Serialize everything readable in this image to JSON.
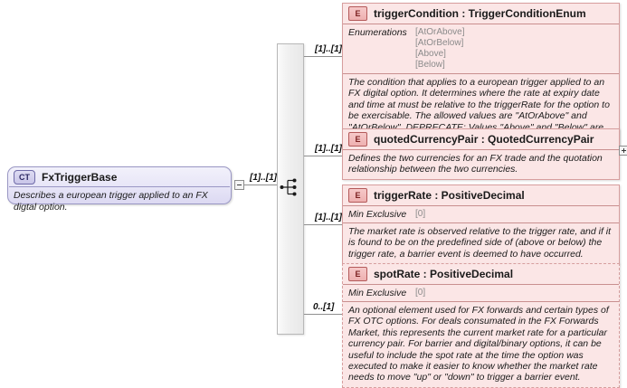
{
  "complex_type": {
    "badge": "CT",
    "name": "FxTriggerBase",
    "documentation": "Describes a european trigger applied to an FX digtal option."
  },
  "compositor": {
    "kind": "sequence-icon"
  },
  "connectors": [
    {
      "target": "triggerCondition",
      "cardinality": "[1]..[1]"
    },
    {
      "target": "quotedCurrencyPair",
      "cardinality": "[1]..[1]"
    },
    {
      "target": "triggerRate",
      "cardinality": "[1]..[1]"
    },
    {
      "target": "spotRate",
      "cardinality": "0..[1]"
    }
  ],
  "root_connector": {
    "cardinality": "[1]..[1]"
  },
  "toggles": {
    "collapse": "−",
    "expand": "+"
  },
  "elements": [
    {
      "badge": "E",
      "name": "triggerCondition",
      "type": "TriggerConditionEnum",
      "title": "triggerCondition : TriggerConditionEnum",
      "facet_label": "Enumerations",
      "facet_values": [
        "[AtOrAbove]",
        "[AtOrBelow]",
        "[Above]",
        "[Below]"
      ],
      "documentation": "The condition that applies to a european trigger applied to an FX digital option. It determines where the rate at expiry date and time at must be relative to the triggerRate for the option to be exercisable. The allowed values are \"AtOrAbove\" and \"AtOrBelow\". DEPRECATE: Values \"Above\" and \"Below\" are deprecated.",
      "optional": false,
      "has_expand": false
    },
    {
      "badge": "E",
      "name": "quotedCurrencyPair",
      "type": "QuotedCurrencyPair",
      "title": "quotedCurrencyPair : QuotedCurrencyPair",
      "facet_label": "",
      "facet_values": [],
      "documentation": "Defines the two currencies for an FX trade and the quotation relationship between the two currencies.",
      "optional": false,
      "has_expand": true
    },
    {
      "badge": "E",
      "name": "triggerRate",
      "type": "PositiveDecimal",
      "title": "triggerRate : PositiveDecimal",
      "facet_label": "Min Exclusive",
      "facet_values": [
        "[0]"
      ],
      "documentation": "The market rate is observed relative to the trigger rate, and if it is found to be on the predefined side of (above or below) the trigger rate, a barrier event is deemed to have occurred.",
      "optional": false,
      "has_expand": false
    },
    {
      "badge": "E",
      "name": "spotRate",
      "type": "PositiveDecimal",
      "title": "spotRate : PositiveDecimal",
      "facet_label": "Min Exclusive",
      "facet_values": [
        "[0]"
      ],
      "documentation": "An optional element used for FX forwards and certain types of FX OTC options. For deals consumated in the FX Forwards Market, this represents the current market rate for a particular currency pair. For barrier and digital/binary options, it can be useful to include the spot rate at the time the option was executed to make it easier to know whether the market rate needs to move \"up\" or \"down\" to trigger a barrier event.",
      "optional": true,
      "has_expand": false
    }
  ],
  "colors": {
    "element_fill": "#fbe6e6",
    "element_border": "#d79e9e",
    "complex_type_fill": "#e7e5f7",
    "complex_type_border": "#9a97c4",
    "line": "#8f8f8f"
  }
}
